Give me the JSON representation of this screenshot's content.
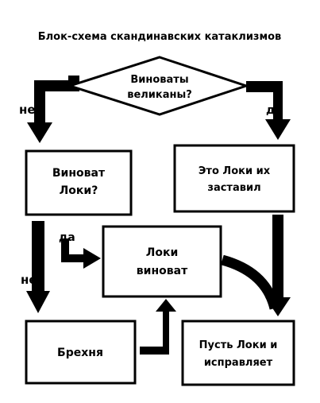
{
  "title": "Блок-схема скандинавских катаклизмов",
  "nodes": {
    "decision_giants": {
      "line1": "Виноваты",
      "line2": "великаны?"
    },
    "question_loki": {
      "line1": "Виноват",
      "line2": "Локи?"
    },
    "loki_made_them": {
      "line1": "Это Локи их",
      "line2": "заставил"
    },
    "loki_guilty": {
      "line1": "Локи",
      "line2": "виноват"
    },
    "nonsense": {
      "line1": "Брехня"
    },
    "loki_fix": {
      "line1": "Пусть Локи и",
      "line2": "исправляет"
    }
  },
  "edges": {
    "giants_no": "нет",
    "giants_yes": "да",
    "loki_yes": "да",
    "loki_no": "нет"
  },
  "colors": {
    "ink": "#000000",
    "background": "#ffffff"
  }
}
